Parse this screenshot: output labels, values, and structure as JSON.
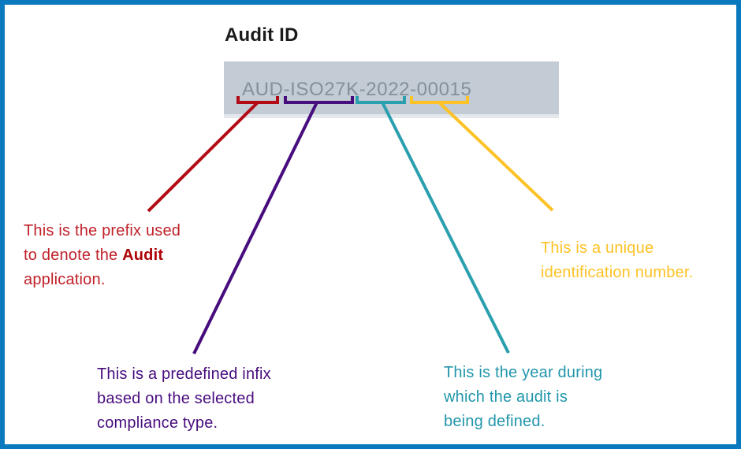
{
  "title": "Audit ID",
  "id_box": {
    "value": "AUD-ISO27K-2022-00015",
    "segments": [
      "AUD",
      "ISO27K",
      "2022",
      "00015"
    ]
  },
  "annotations": {
    "prefix": {
      "line1": "This is the prefix used",
      "line2_before": "to denote the ",
      "line2_bold": "Audit",
      "line3": "application."
    },
    "infix": {
      "line1": "This is a predefined infix",
      "line2": "based on the selected",
      "line3": "compliance type."
    },
    "year": {
      "line1": "This is the year during",
      "line2": "which the audit is",
      "line3": "being defined."
    },
    "unique_number": {
      "line1": "This is a unique",
      "line2": "identification number."
    }
  },
  "colors": {
    "border": "#0a79be",
    "title_text": "#1b1b1b",
    "id_box_bg": "#c3cbd4",
    "id_box_edge": "#e4e8ec",
    "id_text": "#85909b",
    "prefix": "#b20b15",
    "prefix_text": "#c02129",
    "prefix_bold": "#ad0307",
    "infix": "#470c7e",
    "year_line": "#2a9fae",
    "year_text": "#2196ab",
    "unique": "#fdc226"
  }
}
